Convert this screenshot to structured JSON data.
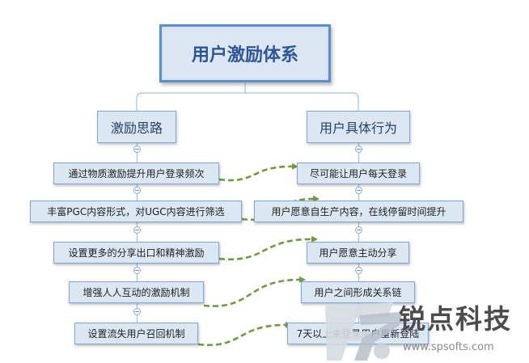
{
  "diagram": {
    "root": "用户激励体系",
    "left_branch": "激励思路",
    "right_branch": "用户具体行为",
    "left_items": [
      "通过物质激励提升用户登录频次",
      "丰富PGC内容形式，对UGC内容进行筛选",
      "设置更多的分享出口和精神激励",
      "增强人人互动的激励机制",
      "设置流失用户召回机制"
    ],
    "right_items": [
      "尽可能让用户每天登录",
      "用户愿意自生产内容，在线停留时间提升",
      "用户愿意主动分享",
      "用户之间形成关系链",
      "7天以上未登录用户重新登陆"
    ],
    "colors": {
      "node_fill": "#dce7f4",
      "node_border": "#7ea6d8",
      "root_border": "#5b8fcc",
      "tree_line": "#9ec2e6",
      "arrow": "#6f9a3f"
    }
  },
  "watermark": {
    "title": "锐点科技",
    "url": "www.spsofts.com",
    "icon": "sp-logo-icon"
  }
}
